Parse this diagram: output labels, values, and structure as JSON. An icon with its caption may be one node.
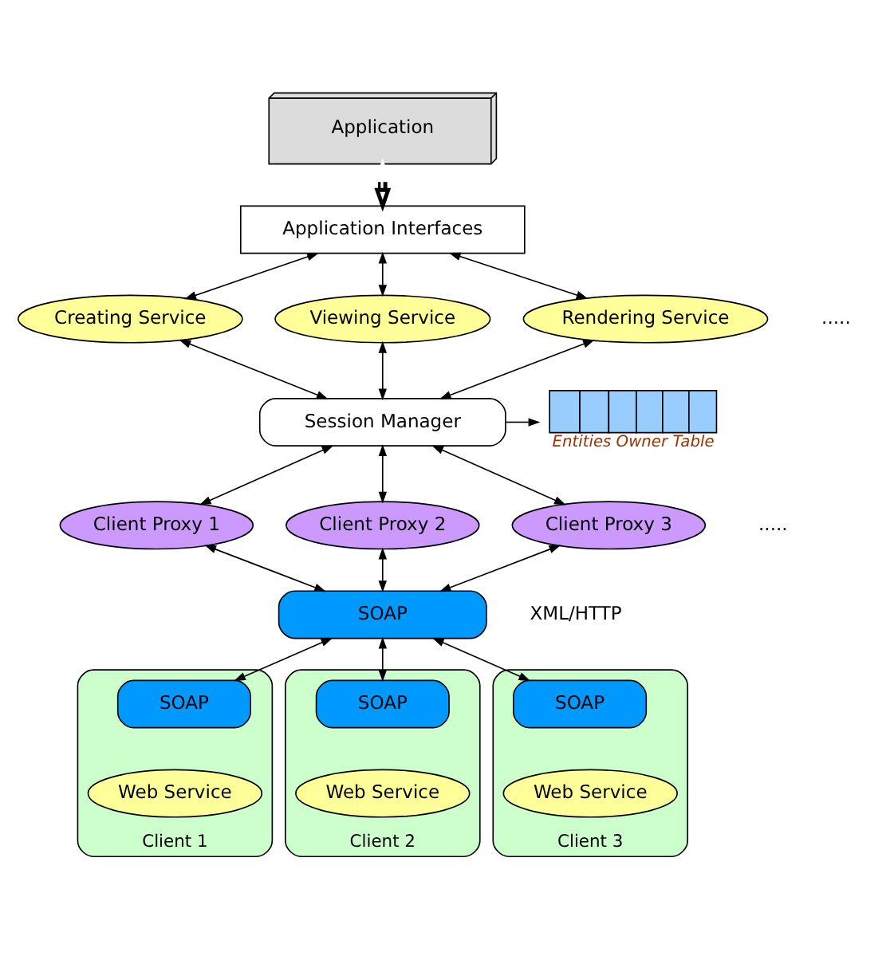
{
  "diagram": {
    "nodes": [
      {
        "text": [
          "Application"
        ]
      },
      {
        "text": [
          "Application Interfaces"
        ]
      },
      {
        "text": [
          "Creating Service"
        ]
      },
      {
        "text": [
          "Viewing Service"
        ]
      },
      {
        "text": [
          "Rendering Service"
        ]
      },
      {
        "text": [
          "Session Manager"
        ]
      },
      {
        "text": [],
        "shape": "table",
        "beside": [
          "Entities Owner Table"
        ]
      },
      {
        "text": [
          "Client Proxy 1"
        ]
      },
      {
        "text": [
          "Client Proxy 2"
        ]
      },
      {
        "text": [
          "Client Proxy 3"
        ]
      },
      {
        "text": [
          "SOAP"
        ]
      },
      {
        "text": [
          "Client 1"
        ]
      },
      {
        "text": [
          "SOAP"
        ],
        "in": 11
      },
      {
        "text": [
          "Web Service"
        ],
        "in": 11
      },
      {
        "text": [
          "Client 2"
        ]
      },
      {
        "text": [
          "SOAP"
        ],
        "in": 14
      },
      {
        "text": [
          "Web Service"
        ],
        "in": 14
      },
      {
        "text": [
          "Client 3"
        ]
      },
      {
        "text": [
          "SOAP"
        ],
        "in": 17
      },
      {
        "text": [
          "Web Service"
        ],
        "in": 17
      }
    ],
    "edges": [
      {
        "from": 0,
        "to": 1,
        "arrow": "both",
        "style": "thick"
      },
      {
        "from": 1,
        "to": 2,
        "arrow": "both"
      },
      {
        "from": 1,
        "to": 3,
        "arrow": "both"
      },
      {
        "from": 1,
        "to": 4,
        "arrow": "both"
      },
      {
        "from": 2,
        "to": 5,
        "arrow": "both"
      },
      {
        "from": 3,
        "to": 5,
        "arrow": "both"
      },
      {
        "from": 4,
        "to": 5,
        "arrow": "both"
      },
      {
        "from": 5,
        "to": 6,
        "arrow": "to"
      },
      {
        "from": 5,
        "to": 7,
        "arrow": "both"
      },
      {
        "from": 5,
        "to": 8,
        "arrow": "both"
      },
      {
        "from": 5,
        "to": 9,
        "arrow": "both"
      },
      {
        "from": 7,
        "to": 10,
        "arrow": "both"
      },
      {
        "from": 8,
        "to": 10,
        "arrow": "both"
      },
      {
        "from": 9,
        "to": 10,
        "arrow": "both"
      },
      {
        "from": 10,
        "to": 12,
        "arrow": "both"
      },
      {
        "from": 10,
        "to": 15,
        "arrow": "both"
      },
      {
        "from": 10,
        "to": 18,
        "arrow": "both"
      }
    ],
    "labels": [
      ".....",
      ".....",
      "XML/HTTP"
    ]
  }
}
